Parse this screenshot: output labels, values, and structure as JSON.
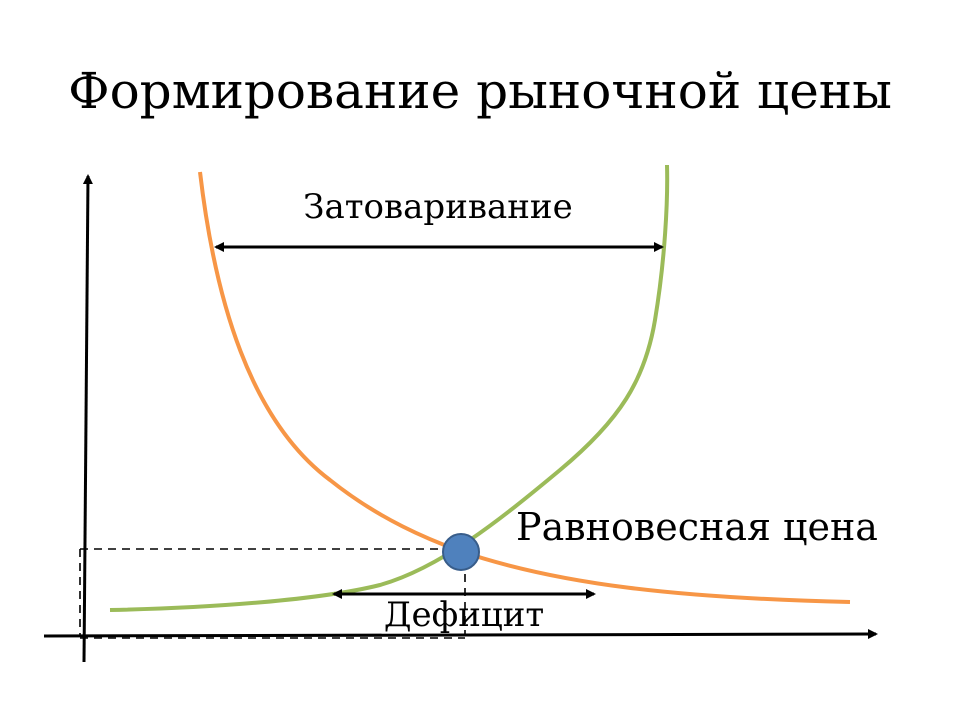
{
  "title": "Формирование рыночной цены",
  "labels": {
    "surplus": "Затоваривание",
    "equilibrium": "Равновесная цена",
    "deficit": "Дефицит"
  },
  "colors": {
    "demand": "#F79646",
    "supply": "#9BBB59",
    "equilibrium_point": "#4F81BD",
    "equilibrium_point_outline": "#385D8A",
    "axes": "#000000",
    "guides": "#000000"
  },
  "icons": {
    "equilibrium": "equilibrium-point-icon",
    "arrows": "double-arrow-icon"
  }
}
